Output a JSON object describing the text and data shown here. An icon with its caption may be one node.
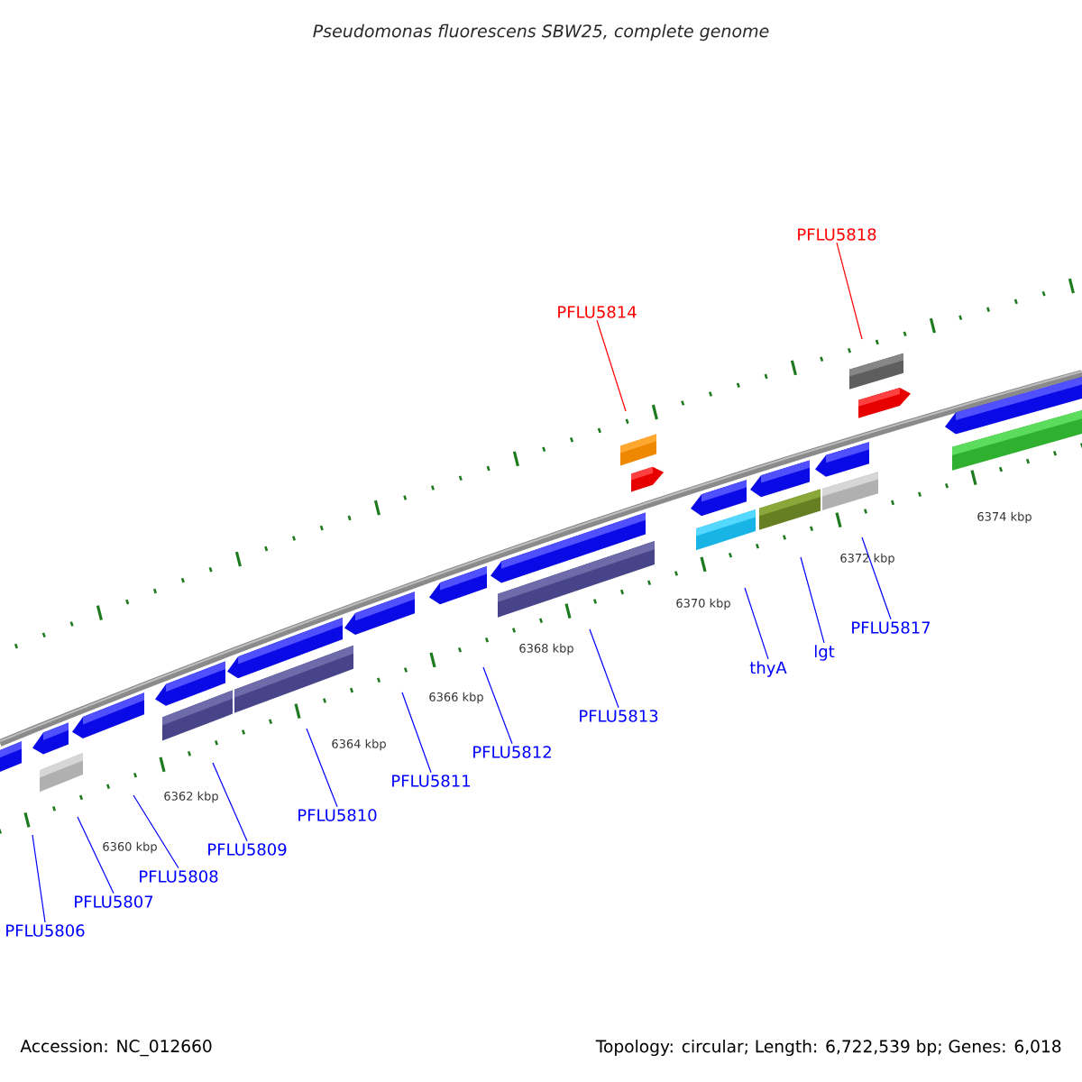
{
  "diagram": {
    "title": "Pseudomonas fluorescens SBW25, complete genome",
    "nodes": [
      {
        "text": [
          "PFLU5806"
        ]
      },
      {
        "text": [
          "PFLU5807"
        ]
      },
      {
        "text": [
          "PFLU5808"
        ]
      },
      {
        "text": [
          "PFLU5809"
        ]
      },
      {
        "text": [
          "PFLU5810"
        ]
      },
      {
        "text": [
          "PFLU5811"
        ]
      },
      {
        "text": [
          "PFLU5812"
        ]
      },
      {
        "text": [
          "PFLU5813"
        ]
      },
      {
        "text": [
          "thyA"
        ]
      },
      {
        "text": [
          "lgt"
        ]
      },
      {
        "text": [
          "PFLU5817"
        ]
      },
      {
        "text": [
          "PFLU5814"
        ]
      },
      {
        "text": [
          "PFLU5818"
        ]
      }
    ],
    "edges": [
      {
        "from": 0,
        "to": null,
        "arrow": "none"
      },
      {
        "from": 1,
        "to": null,
        "arrow": "none"
      },
      {
        "from": 2,
        "to": null,
        "arrow": "none"
      },
      {
        "from": 3,
        "to": null,
        "arrow": "none"
      },
      {
        "from": 4,
        "to": null,
        "arrow": "none"
      },
      {
        "from": 5,
        "to": null,
        "arrow": "none"
      },
      {
        "from": 6,
        "to": null,
        "arrow": "none"
      },
      {
        "from": 7,
        "to": null,
        "arrow": "none"
      },
      {
        "from": 8,
        "to": null,
        "arrow": "none"
      },
      {
        "from": 9,
        "to": null,
        "arrow": "none"
      },
      {
        "from": 10,
        "to": null,
        "arrow": "none"
      },
      {
        "from": 11,
        "to": null,
        "arrow": "none",
        "color": "#ff0000"
      },
      {
        "from": 12,
        "to": null,
        "arrow": "none",
        "color": "#ff0000"
      }
    ],
    "labels": [
      "6360 kbp",
      "6362 kbp",
      "6364 kbp",
      "6366 kbp",
      "6368 kbp",
      "6370 kbp",
      "6372 kbp",
      "6374 kbp",
      "Accession: NC_012660",
      "Topology: circular; Length: 6,722,539 bp; Genes: 6,018"
    ]
  }
}
